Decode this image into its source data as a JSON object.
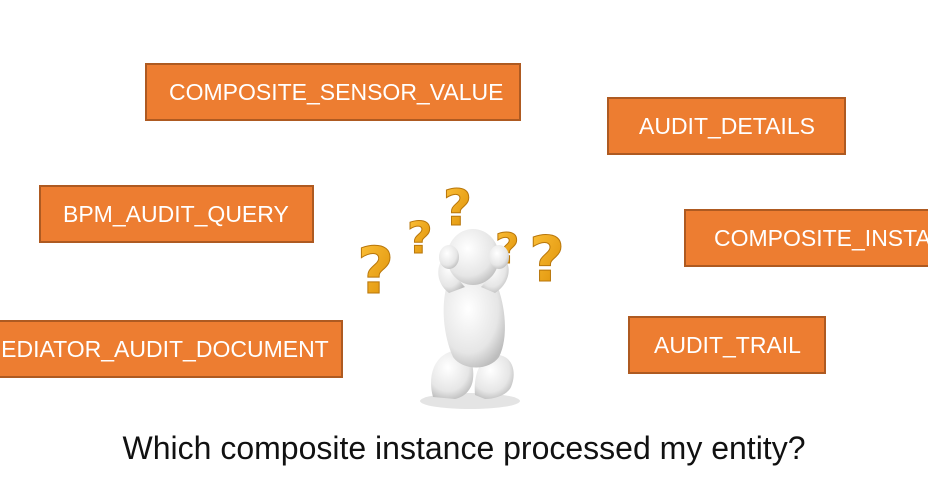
{
  "tags": {
    "composite_sensor_value": "COMPOSITE_SENSOR_VALUE",
    "audit_details": "AUDIT_DETAILS",
    "bpm_audit_query": "BPM_AUDIT_QUERY",
    "composite_instance": "COMPOSITE_INSTANCE",
    "mediator_audit_document": "MEDIATOR_AUDIT_DOCUMENT",
    "audit_trail": "AUDIT_TRAIL"
  },
  "caption": "Which composite instance processed my entity?",
  "illustration": {
    "icon": "confused-person-with-question-marks-icon",
    "colors": {
      "question_mark": "#f2a31a",
      "figure": "#eeeeee",
      "tag_fill": "#ed7d31",
      "tag_border": "#ae5a21"
    }
  }
}
